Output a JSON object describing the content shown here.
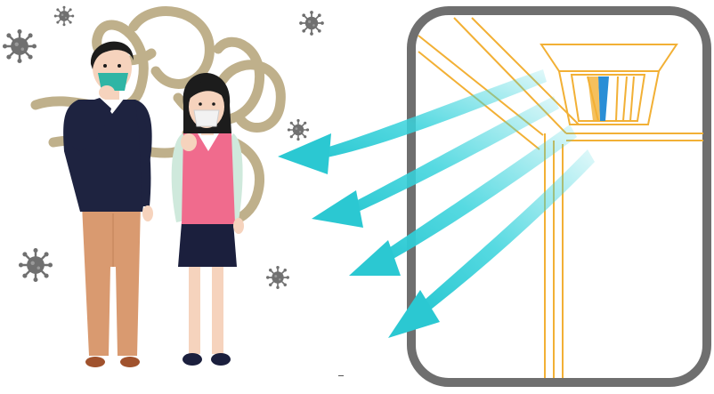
{
  "illustration": {
    "subject": "people-wearing-masks-near-air-conditioner",
    "colors": {
      "smoke": "#b9a87f",
      "virus": "#707070",
      "frame": "#6f6f6f",
      "ac_lines": "#f2b035",
      "arrow": "#39d3dc",
      "man_sweater": "#1e2340",
      "man_pants": "#d99a70",
      "mask": "#2fb5a5",
      "girl_vest": "#f06b8d",
      "girl_skirt": "#1b1f3d",
      "skin": "#f6d3bd",
      "hair": "#1c1c1c"
    },
    "icons": [
      "virus-icon",
      "smoke-swirl",
      "air-flow-arrow"
    ]
  }
}
